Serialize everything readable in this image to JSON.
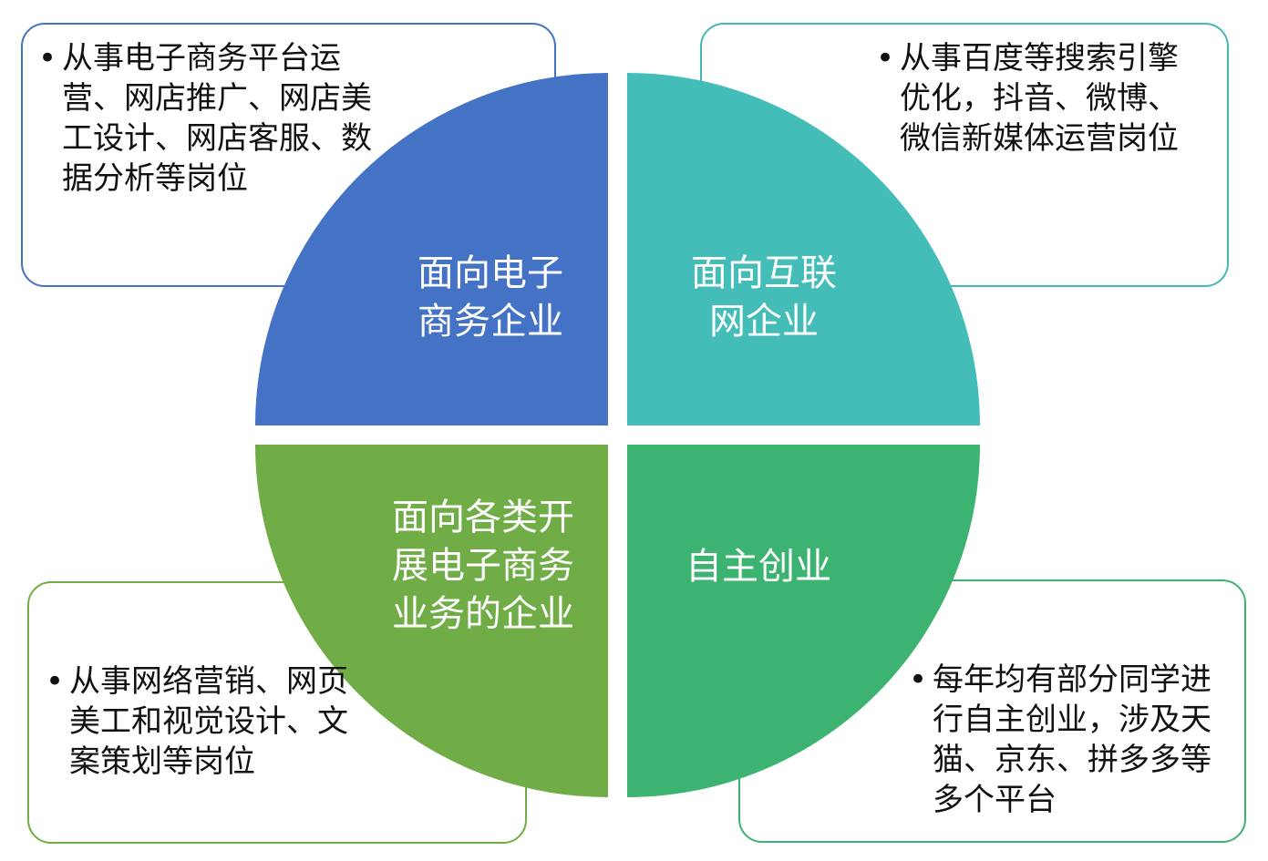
{
  "colors": {
    "top_left": "#4472C4",
    "top_right": "#44BDB8",
    "bottom_left": "#70AD47",
    "bottom_right": "#3CB371"
  },
  "quadrants": {
    "top_left": {
      "title": "面向电子\n商务企业",
      "bullet_text": "从事电子商务平台运营、网店推广、网店美工设计、网店客服、数据分析等岗位"
    },
    "top_right": {
      "title": "面向互联\n网企业",
      "bullet_text": "从事百度等搜索引擎优化，抖音、微博、微信新媒体运营岗位"
    },
    "bottom_left": {
      "title": "面向各类开\n展电子商务\n业务的企业",
      "bullet_text": "从事网络营销、网页美工和视觉设计、文案策划等岗位"
    },
    "bottom_right": {
      "title": "自主创业",
      "bullet_text": "每年均有部分同学进行自主创业，涉及天猫、京东、拼多多等多个平台"
    }
  },
  "bullet_symbol": "•"
}
